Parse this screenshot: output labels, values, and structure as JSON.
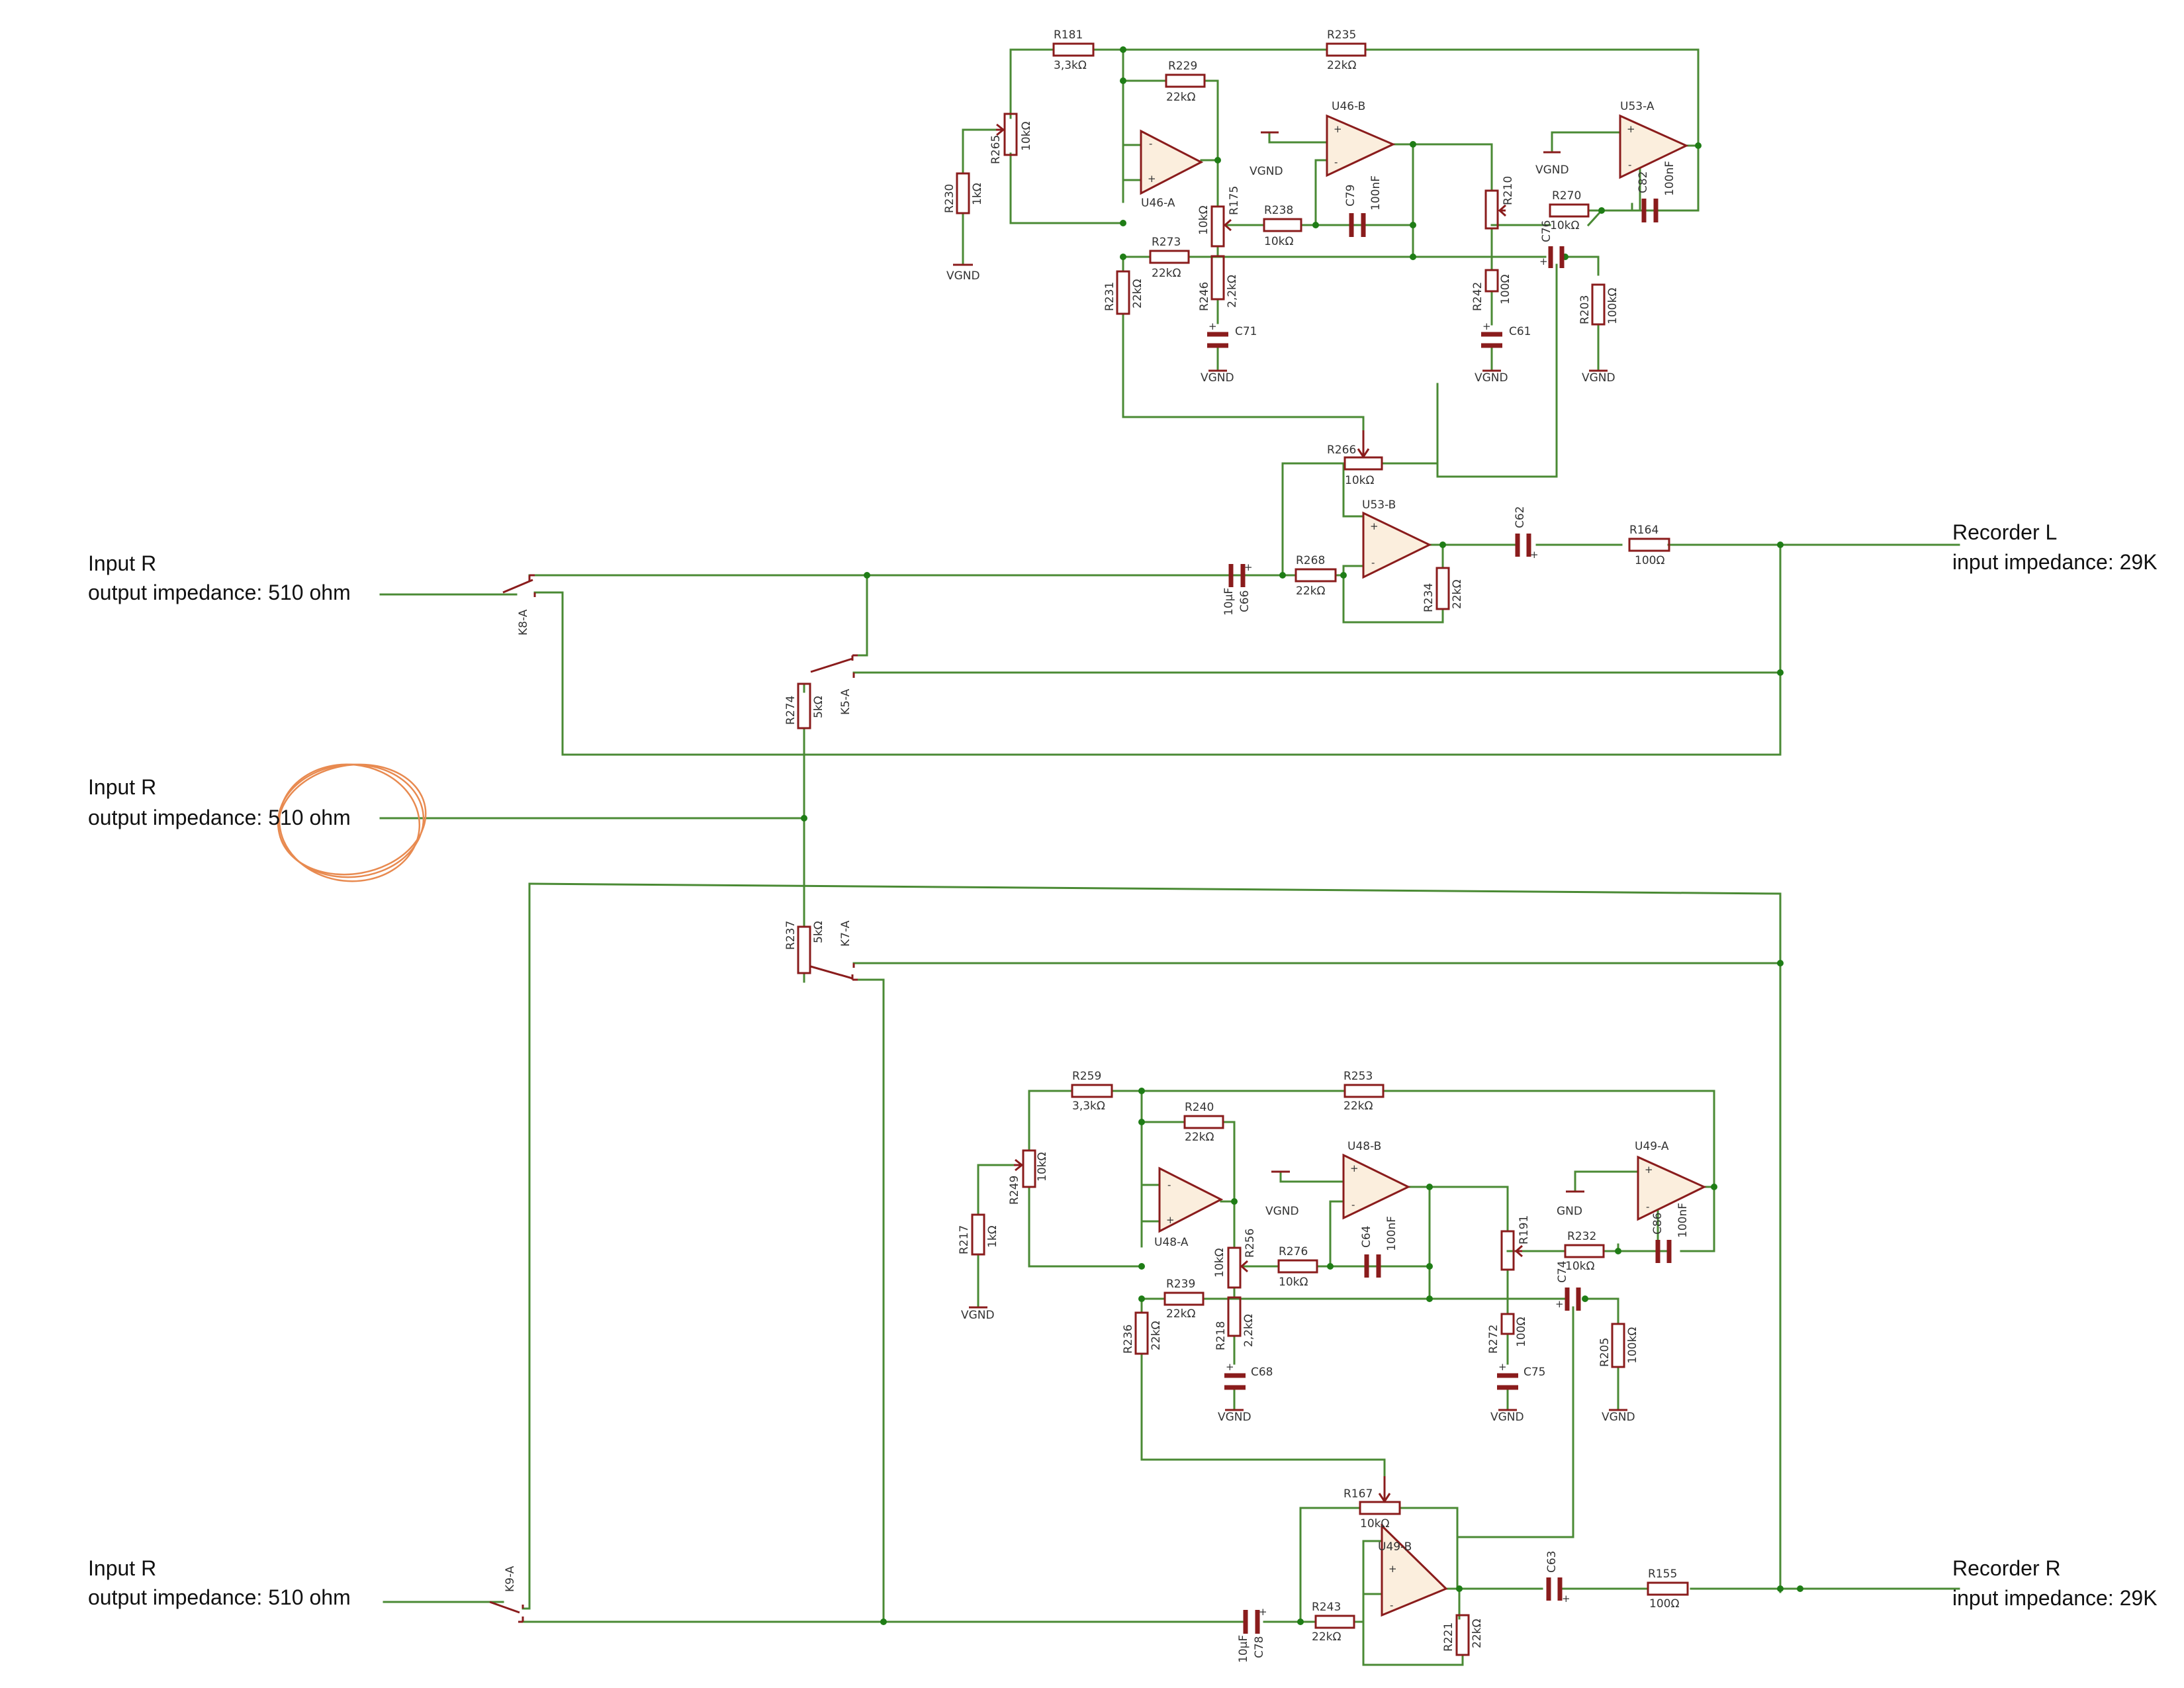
{
  "io_labels": {
    "in_r_top_1": "Input R",
    "in_r_top_2": "output impedance: 510 ohm",
    "in_r_mid_1": "Input R",
    "in_r_mid_2": "output impedance: 510 ohm",
    "in_r_bot_1": "Input R",
    "in_r_bot_2": "output impedance: 510 ohm",
    "rec_l_1": "Recorder L",
    "rec_l_2": "input impedance: 29K",
    "rec_r_1": "Recorder R",
    "rec_r_2": "input impedance: 29K"
  },
  "components": {
    "r181": {
      "ref": "R181",
      "val": "3,3kΩ"
    },
    "r235": {
      "ref": "R235",
      "val": "22kΩ"
    },
    "r229": {
      "ref": "R229",
      "val": "22kΩ"
    },
    "r265": {
      "ref": "R265",
      "val": "10kΩ"
    },
    "r230": {
      "ref": "R230",
      "val": "1kΩ"
    },
    "r175": {
      "ref": "R175",
      "val": "10kΩ"
    },
    "r238": {
      "ref": "R238",
      "val": "10kΩ"
    },
    "c79": {
      "ref": "C79",
      "val": "100nF"
    },
    "r210": {
      "ref": "R210",
      "val": ""
    },
    "r270": {
      "ref": "R270",
      "val": "10kΩ"
    },
    "c82": {
      "ref": "C82",
      "val": "100nF"
    },
    "r273": {
      "ref": "R273",
      "val": "22kΩ"
    },
    "r231": {
      "ref": "R231",
      "val": "22kΩ"
    },
    "r246": {
      "ref": "R246",
      "val": "2,2kΩ"
    },
    "c71": {
      "ref": "C71",
      "val": ""
    },
    "r242": {
      "ref": "R242",
      "val": "100Ω"
    },
    "c61": {
      "ref": "C61",
      "val": ""
    },
    "c76": {
      "ref": "C76",
      "val": ""
    },
    "r203": {
      "ref": "R203",
      "val": "100kΩ"
    },
    "r266": {
      "ref": "R266",
      "val": "10kΩ"
    },
    "r268": {
      "ref": "R268",
      "val": "22kΩ"
    },
    "c66": {
      "ref": "C66",
      "val": "10μF"
    },
    "r234": {
      "ref": "R234",
      "val": "22kΩ"
    },
    "c62": {
      "ref": "C62",
      "val": ""
    },
    "r164": {
      "ref": "R164",
      "val": "100Ω"
    },
    "r274": {
      "ref": "R274",
      "val": "5kΩ"
    },
    "r237": {
      "ref": "R237",
      "val": "5kΩ"
    },
    "r259": {
      "ref": "R259",
      "val": "3,3kΩ"
    },
    "r253": {
      "ref": "R253",
      "val": "22kΩ"
    },
    "r240": {
      "ref": "R240",
      "val": "22kΩ"
    },
    "r249": {
      "ref": "R249",
      "val": "10kΩ"
    },
    "r217": {
      "ref": "R217",
      "val": "1kΩ"
    },
    "r256": {
      "ref": "R256",
      "val": "10kΩ"
    },
    "r276": {
      "ref": "R276",
      "val": "10kΩ"
    },
    "c64": {
      "ref": "C64",
      "val": "100nF"
    },
    "r191": {
      "ref": "R191",
      "val": ""
    },
    "r232": {
      "ref": "R232",
      "val": "10kΩ"
    },
    "c86": {
      "ref": "C86",
      "val": "100nF"
    },
    "r239": {
      "ref": "R239",
      "val": "22kΩ"
    },
    "r236": {
      "ref": "R236",
      "val": "22kΩ"
    },
    "r218": {
      "ref": "R218",
      "val": "2,2kΩ"
    },
    "c68": {
      "ref": "C68",
      "val": ""
    },
    "r272": {
      "ref": "R272",
      "val": "100Ω"
    },
    "c75": {
      "ref": "C75",
      "val": ""
    },
    "c74": {
      "ref": "C74",
      "val": ""
    },
    "r205": {
      "ref": "R205",
      "val": "100kΩ"
    },
    "r167": {
      "ref": "R167",
      "val": "10kΩ"
    },
    "r243": {
      "ref": "R243",
      "val": "22kΩ"
    },
    "c78": {
      "ref": "C78",
      "val": "10μF"
    },
    "r221": {
      "ref": "R221",
      "val": "22kΩ"
    },
    "c63": {
      "ref": "C63",
      "val": ""
    },
    "r155": {
      "ref": "R155",
      "val": "100Ω"
    }
  },
  "opamps": {
    "u46a": "U46-A",
    "u46b": "U46-B",
    "u53a": "U53-A",
    "u53b": "U53-B",
    "u48a": "U48-A",
    "u48b": "U48-B",
    "u49a": "U49-A",
    "u49b": "U49-B"
  },
  "relays": {
    "k8a": "K8-A",
    "k5a": "K5-A",
    "k7a": "K7-A",
    "k9a": "K9-A"
  },
  "grounds": {
    "vgnd": "VGND",
    "gnd": "GND"
  },
  "colors": {
    "wire": "#4a8a34",
    "junction": "#1f7d16",
    "component": "#8a1c1c",
    "annotation_circle": "#e88a50"
  }
}
